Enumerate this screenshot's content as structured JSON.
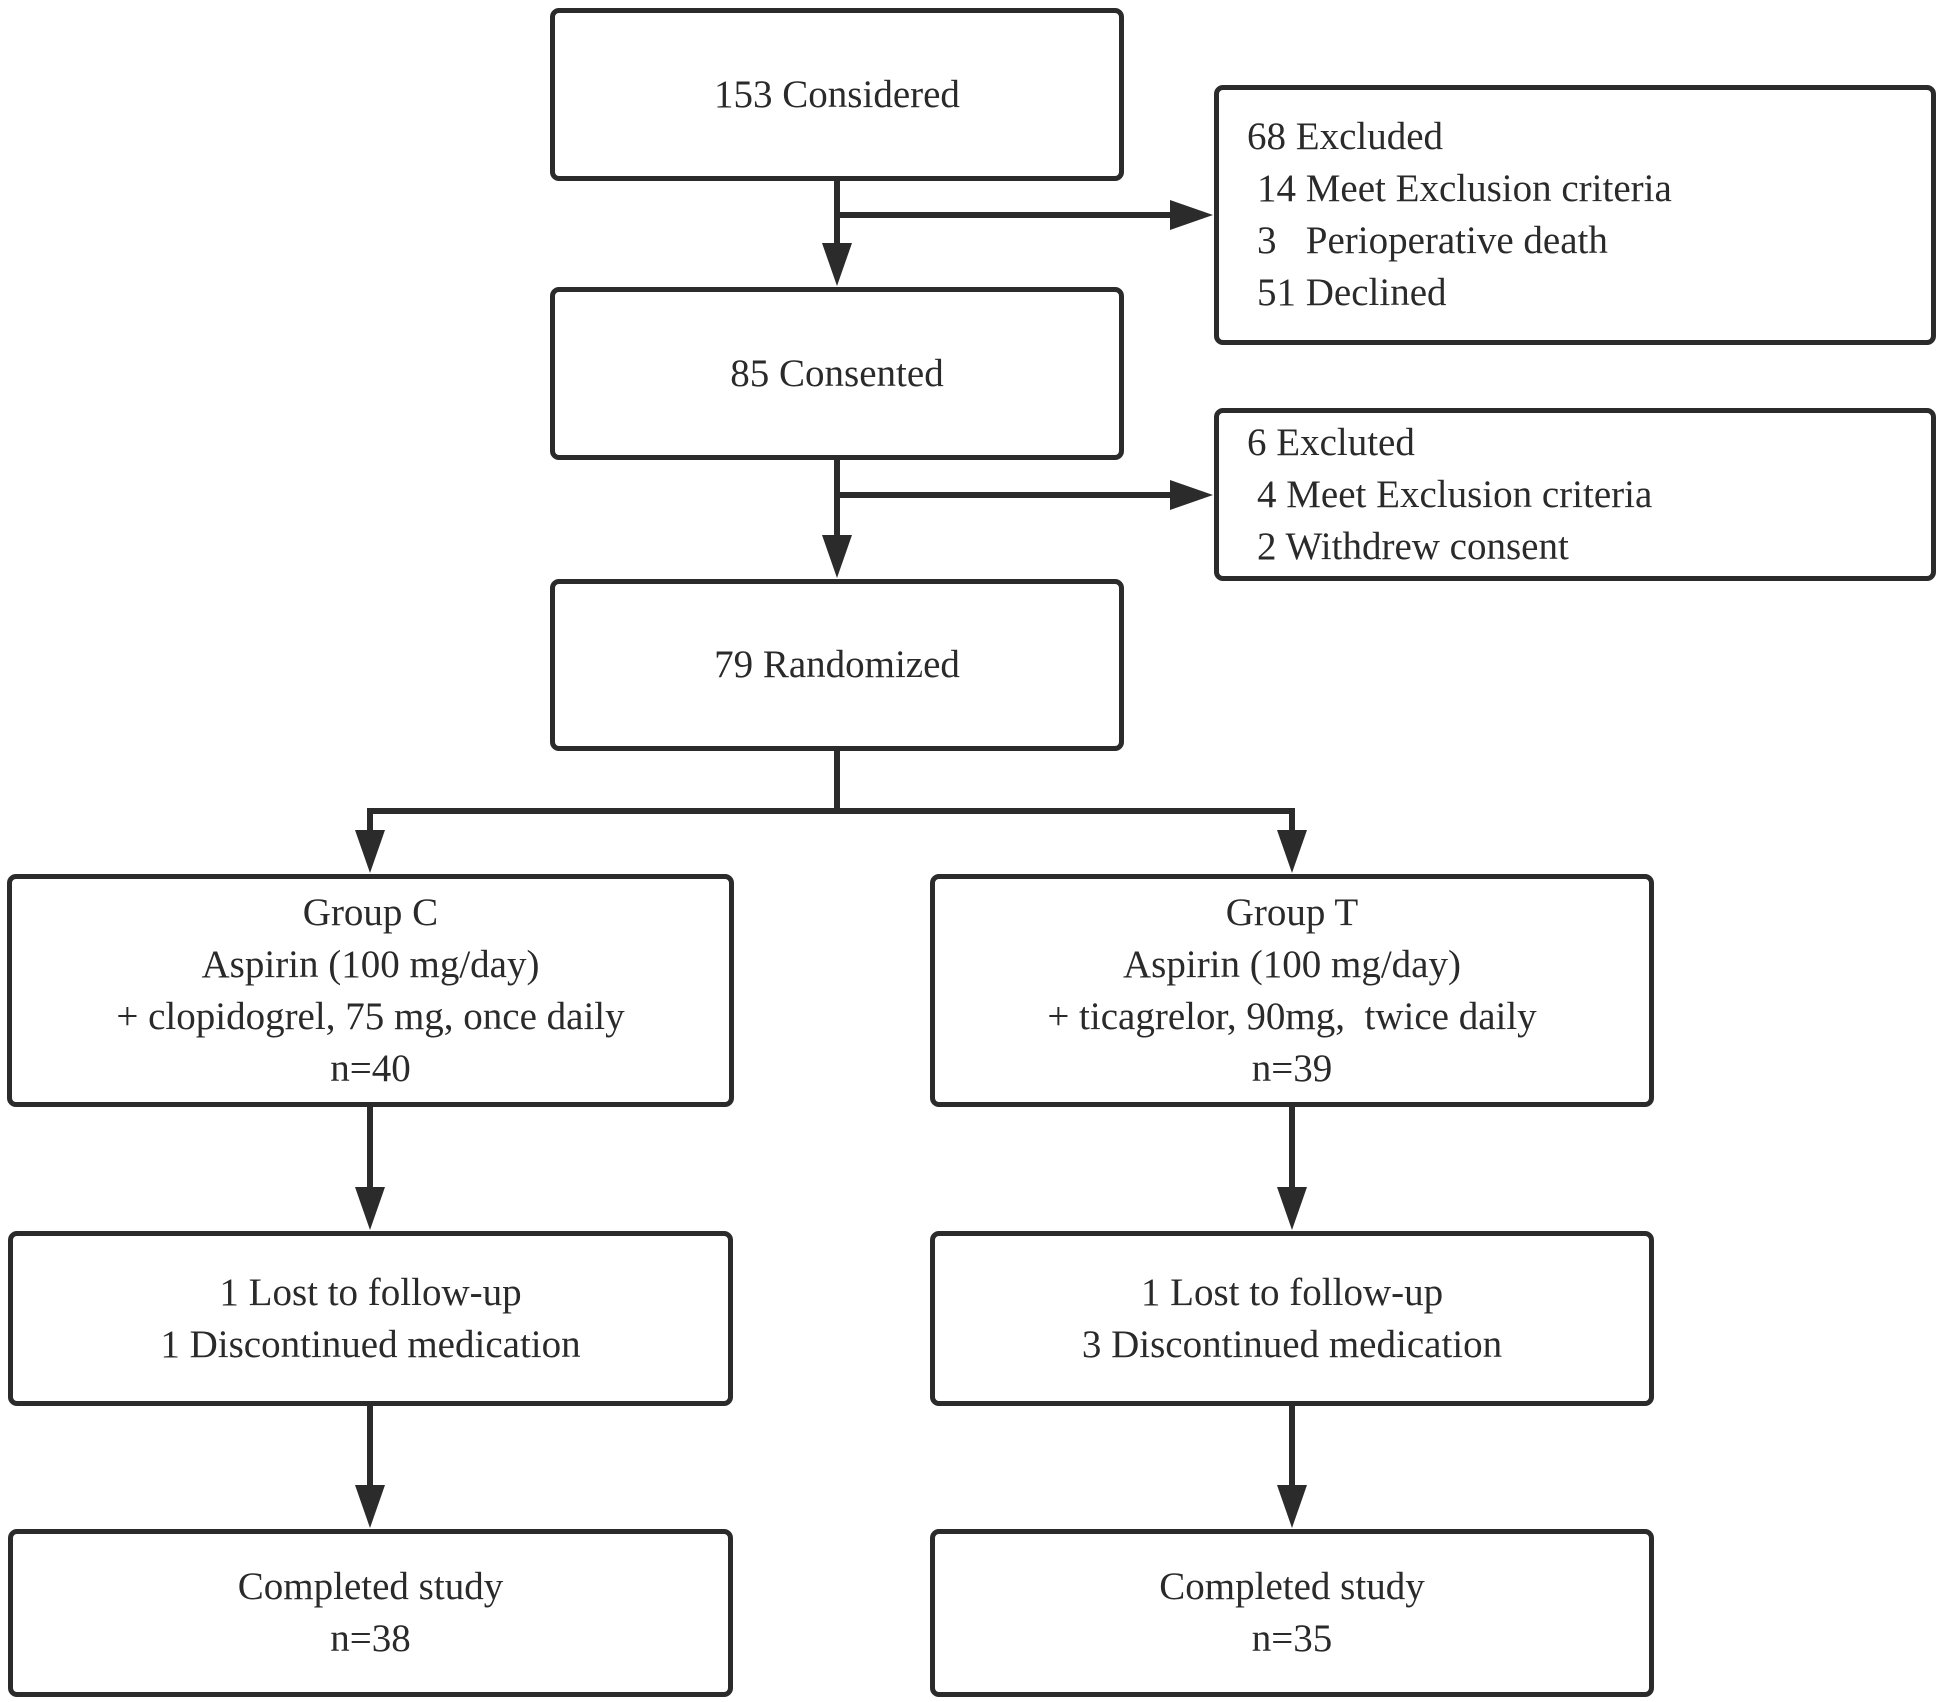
{
  "flow": {
    "considered": "153 Considered",
    "excluded_1": {
      "title": "68 Excluded",
      "items": [
        "14 Meet Exclusion criteria",
        "3   Perioperative death",
        "51 Declined"
      ]
    },
    "consented": "85 Consented",
    "excluded_2": {
      "title": "6 Excluted",
      "items": [
        "4 Meet Exclusion criteria",
        "2 Withdrew consent"
      ]
    },
    "randomized": "79 Randomized",
    "group_c": {
      "name": "Group C",
      "drug": "Aspirin (100 mg/day)",
      "regimen": "+ clopidogrel, 75 mg, once daily",
      "n": "n=40",
      "lost": "1 Lost to follow-up",
      "discontinued": "1 Discontinued medication",
      "completed": "Completed study",
      "completed_n": "n=38"
    },
    "group_t": {
      "name": "Group T",
      "drug": "Aspirin (100 mg/day)",
      "regimen": "+ ticagrelor, 90mg,  twice daily",
      "n": "n=39",
      "lost": "1 Lost to follow-up",
      "discontinued": "3 Discontinued medication",
      "completed": "Completed study",
      "completed_n": "n=35"
    }
  }
}
